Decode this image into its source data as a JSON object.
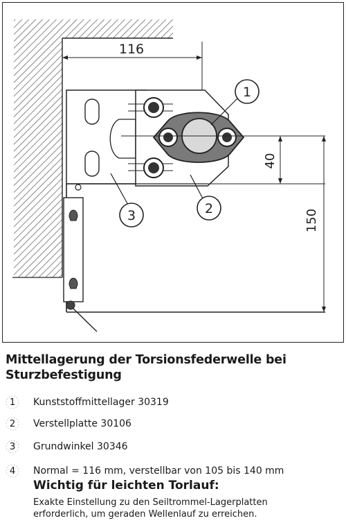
{
  "diagram": {
    "dimension_width": "116",
    "dimension_offset": "40",
    "dimension_height": "150",
    "callouts": [
      "1",
      "2",
      "3"
    ]
  },
  "caption": {
    "title_line1": "Mittellagerung der Torsionsfederwelle bei",
    "title_line2": "Sturzbefestigung",
    "items": [
      {
        "num": "1",
        "text": "Kunststoffmittellager 30319"
      },
      {
        "num": "2",
        "text": "Verstellplatte 30106"
      },
      {
        "num": "3",
        "text": "Grundwinkel 30346"
      },
      {
        "num": "4",
        "text": "Normal = 116 mm, verstellbar von 105 bis 140 mm"
      }
    ],
    "note_heading": "Wichtig für leichten Torlauf:",
    "note_line1": "Exakte Einstellung zu den Seiltrommel-Lagerplatten",
    "note_line2": "erforderlich, um geraden Wellenlauf zu erreichen."
  }
}
